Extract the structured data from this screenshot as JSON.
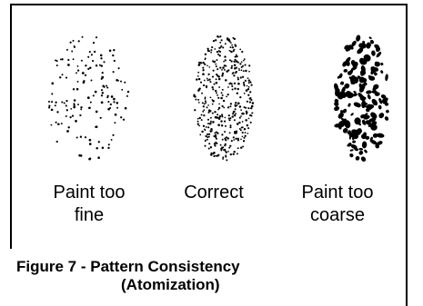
{
  "patterns": [
    {
      "id": "fine",
      "label_line1": "Paint too",
      "label_line2": "fine"
    },
    {
      "id": "correct",
      "label_line1": "Correct",
      "label_line2": ""
    },
    {
      "id": "coarse",
      "label_line1": "Paint too",
      "label_line2": "coarse"
    }
  ],
  "caption": {
    "line1": "Figure 7 - Pattern Consistency",
    "line2": "(Atomization)"
  }
}
